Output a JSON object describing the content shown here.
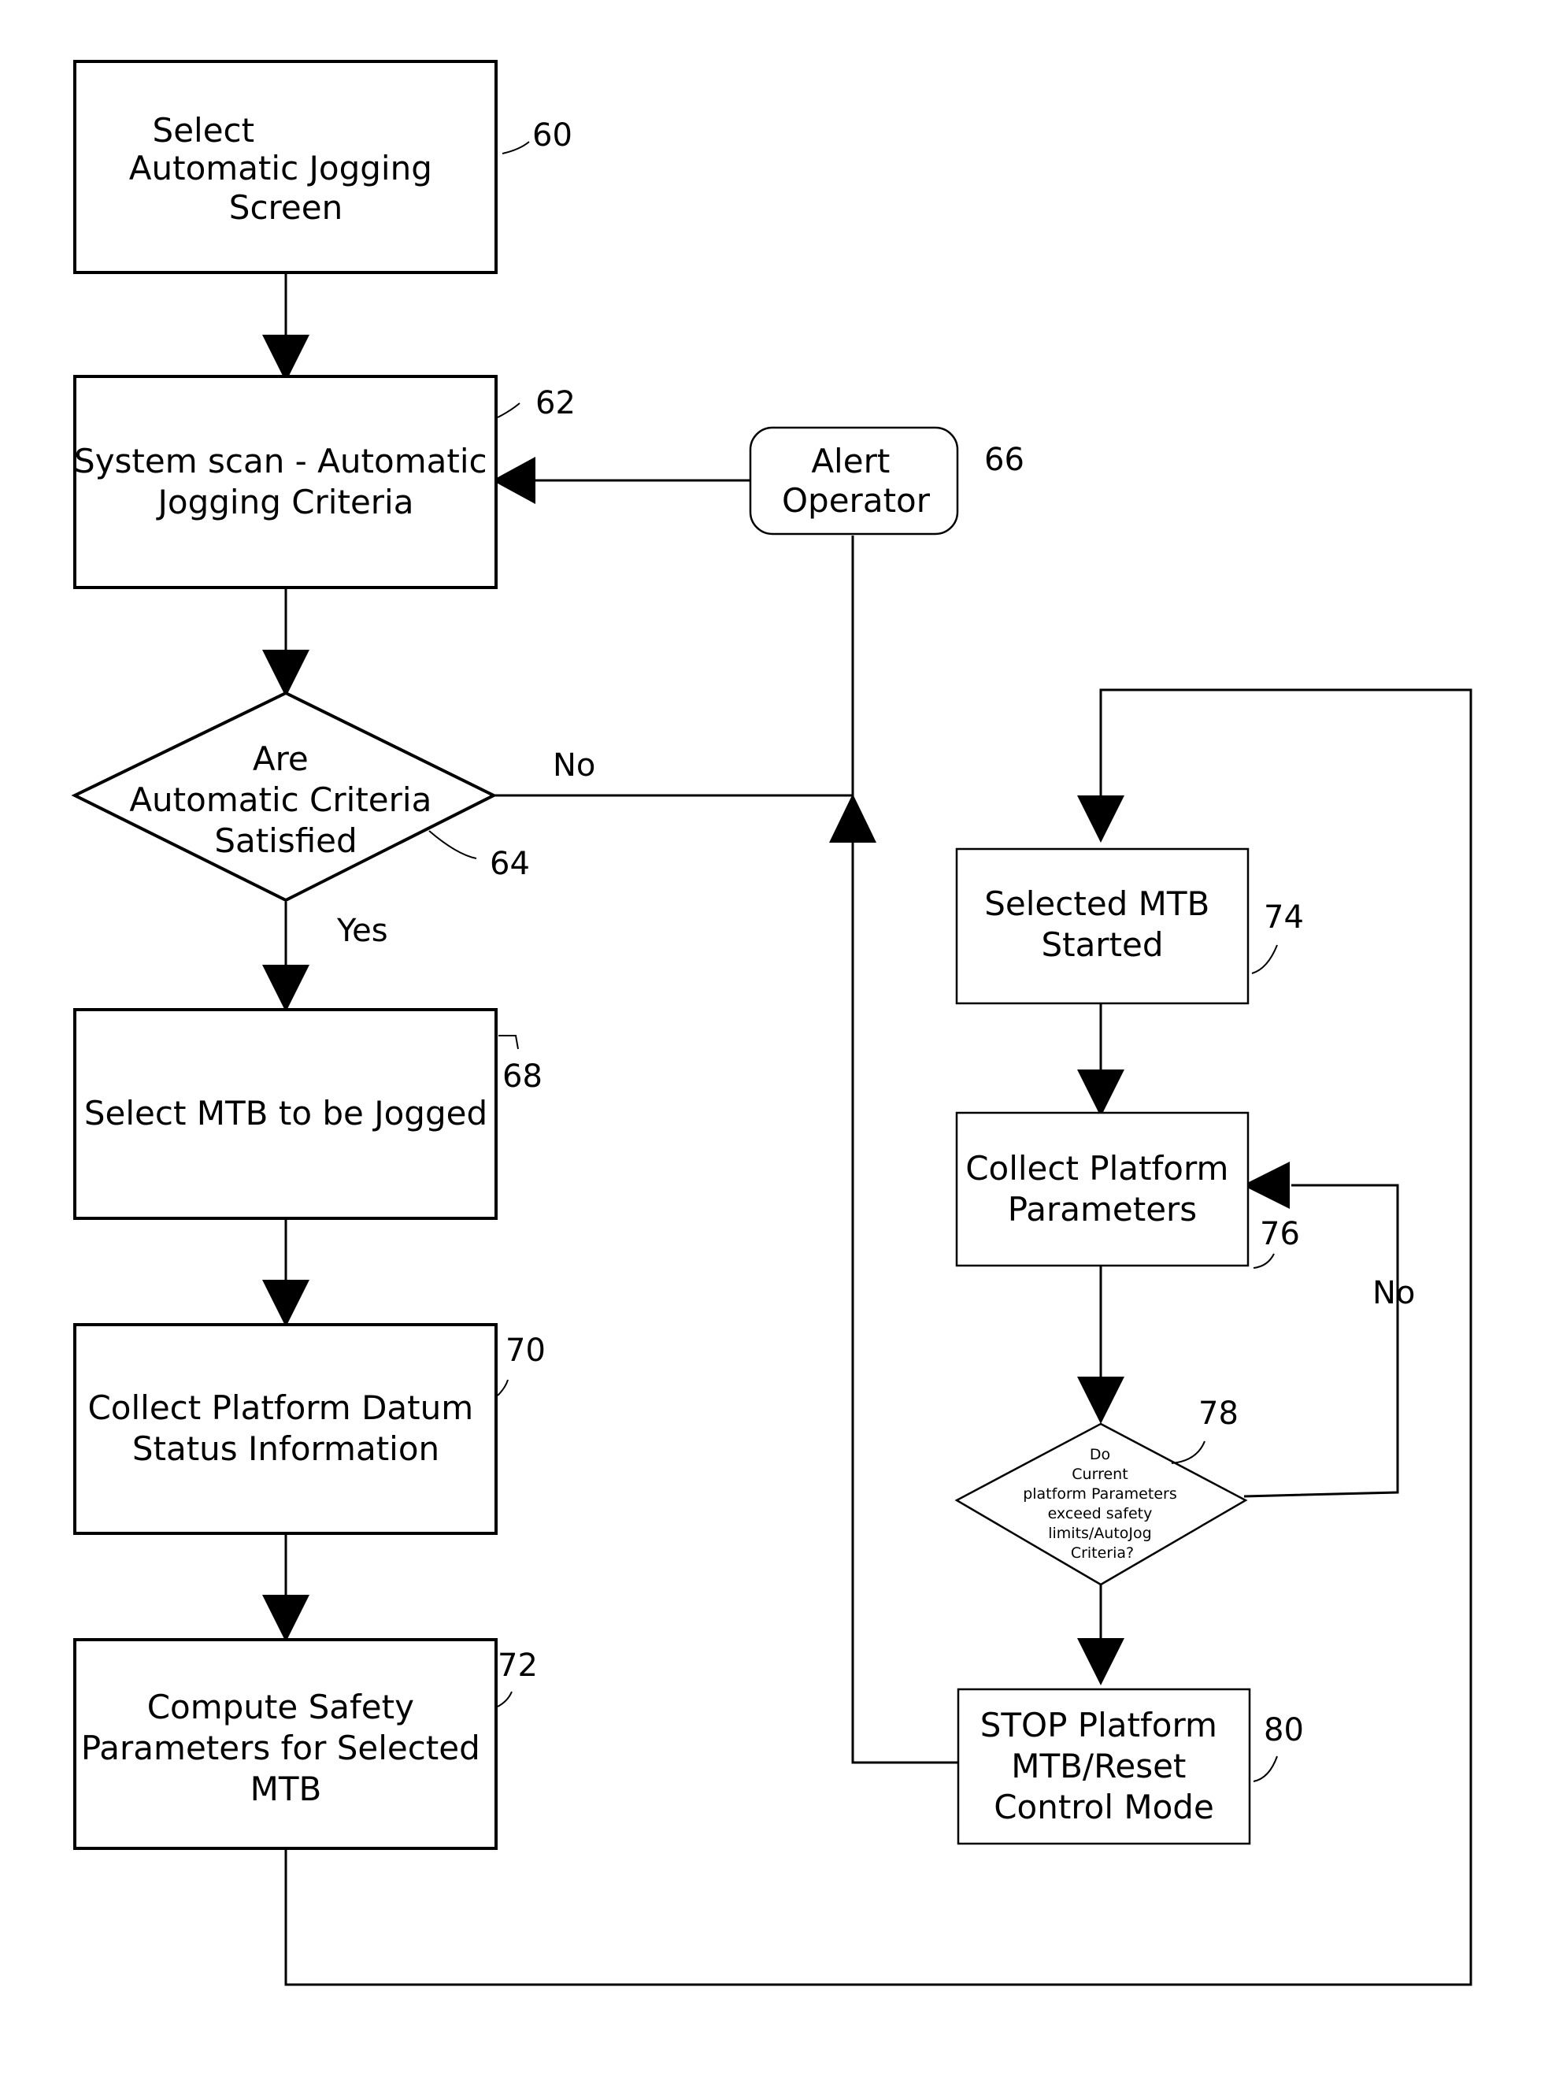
{
  "nodes": {
    "n60": {
      "lines": [
        "Select",
        "Automatic Jogging",
        "Screen"
      ],
      "ref": "60"
    },
    "n62": {
      "lines": [
        "System scan - Automatic",
        "Jogging Criteria"
      ],
      "ref": "62"
    },
    "n64": {
      "lines": [
        "Are",
        "Automatic Criteria",
        "Satisfied"
      ],
      "ref": "64"
    },
    "n66": {
      "lines": [
        "Alert",
        "Operator"
      ],
      "ref": "66"
    },
    "n68": {
      "lines": [
        "Select MTB to be Jogged"
      ],
      "ref": "68"
    },
    "n70": {
      "lines": [
        "Collect Platform Datum",
        "Status Information"
      ],
      "ref": "70"
    },
    "n72": {
      "lines": [
        "Compute Safety",
        "Parameters for Selected",
        "MTB"
      ],
      "ref": "72"
    },
    "n74": {
      "lines": [
        "Selected MTB",
        "Started"
      ],
      "ref": "74"
    },
    "n76": {
      "lines": [
        "Collect Platform",
        "Parameters"
      ],
      "ref": "76"
    },
    "n78": {
      "lines": [
        "Do",
        "Current",
        "platform Parameters",
        "exceed safety",
        "limits/AutoJog",
        "Criteria?"
      ],
      "ref": "78"
    },
    "n80": {
      "lines": [
        "STOP Platform",
        "MTB/Reset",
        "Control Mode"
      ],
      "ref": "80"
    }
  },
  "edge_labels": {
    "no_64": "No",
    "yes_64": "Yes",
    "no_78": "No"
  }
}
